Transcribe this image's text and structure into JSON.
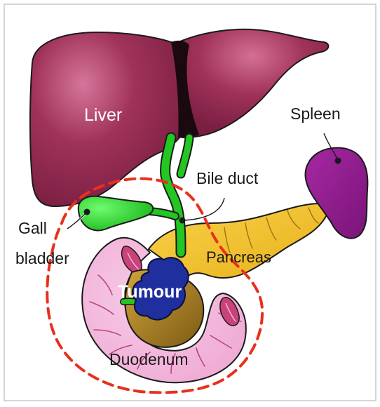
{
  "diagram": {
    "labels": {
      "liver": "Liver",
      "spleen": "Spleen",
      "bile_duct": "Bile duct",
      "gall_line1": "Gall",
      "gall_line2": "bladder",
      "pancreas": "Pancreas",
      "tumour": "Tumour",
      "duodenum": "Duodenum"
    },
    "colors": {
      "liver": "#a0325a",
      "liver_dark": "#1a0a10",
      "gallbladder": "#2fd42f",
      "bile_duct": "#22c722",
      "spleen": "#8e1b8c",
      "pancreas": "#f1c22b",
      "pancreas_head": "#a9852a",
      "tumour": "#1f2f9e",
      "duodenum": "#f2b7db",
      "duodenum_folds": "#c9437a",
      "resection_line": "#e8301c",
      "frame": "#c9c9c9"
    }
  }
}
